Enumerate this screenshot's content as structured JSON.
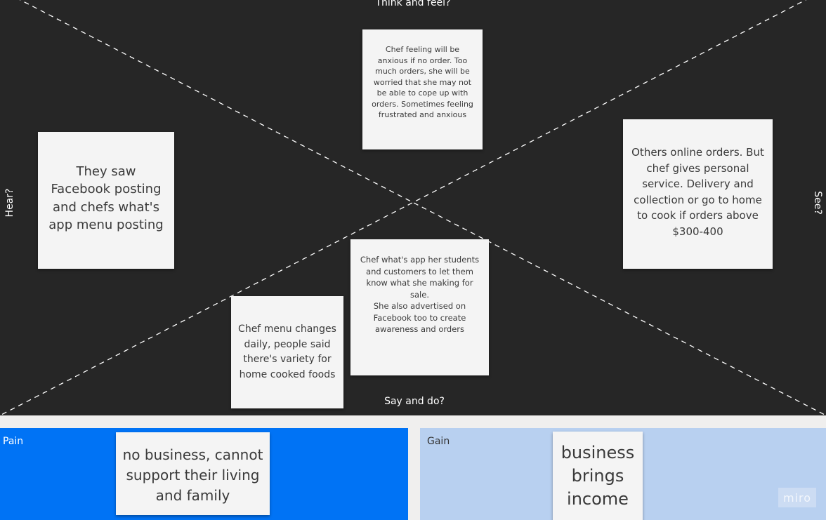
{
  "empathy_map": {
    "quadrant_labels": {
      "think_and_feel": "Think and feel?",
      "hear": "Hear?",
      "see": "See?",
      "say_and_do": "Say and do?"
    },
    "sticky_notes": {
      "think": "Chef feeling will be anxious if no order.  Too much orders,  she will be worried that she may not be able to cope up with orders. Sometimes feeling frustrated and anxious",
      "hear": "They saw Facebook posting and chefs what's app menu posting",
      "see": "Others online orders. But chef gives personal service.  Delivery and collection or go to home to cook if orders above $300-400",
      "say": "Chef what's app her students and customers to let them know what she making for sale.\nShe also advertised on Facebook too to create awareness and orders",
      "menu": "Chef menu changes daily, people said there's variety for home cooked foods"
    }
  },
  "pain": {
    "title": "Pain",
    "note": "no business,  cannot support their living and family",
    "color": "#0073f5"
  },
  "gain": {
    "title": "Gain",
    "note": "business brings income",
    "color": "#b8d0f0"
  },
  "watermark": "miro"
}
